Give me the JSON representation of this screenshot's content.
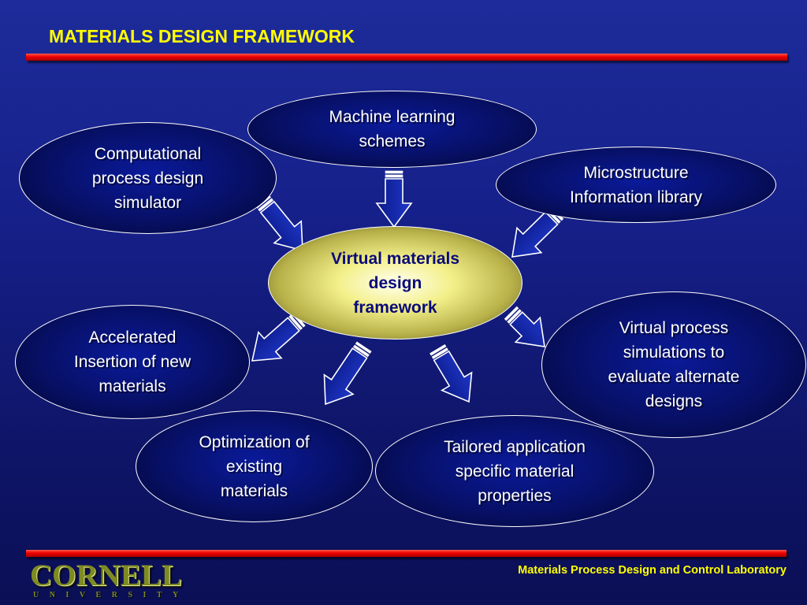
{
  "slide": {
    "title": "MATERIALS DESIGN FRAMEWORK",
    "footer_label": "Materials Process Design and Control Laboratory",
    "logo_word": "CORNELL",
    "logo_sub": "UNIVERSITY"
  },
  "diagram": {
    "center": "Virtual materials\ndesign\nframework",
    "inputs": {
      "machine_learning": "Machine learning\nschemes",
      "computational_simulator": "Computational\nprocess design\nsimulator",
      "microstructure_library": "Microstructure\nInformation library"
    },
    "outputs": {
      "accelerated_insertion": "Accelerated\nInsertion of new\nmaterials",
      "virtual_process": "Virtual process\nsimulations to\nevaluate alternate\ndesigns",
      "optimization": "Optimization of\nexisting\nmaterials",
      "tailored_properties": "Tailored application\nspecific material\nproperties"
    }
  },
  "colors": {
    "title": "#ffff00",
    "rule": "#ee0000",
    "center_fill": "#f3f08a",
    "center_text": "#0a0a7a",
    "ellipse_fill": "#071066",
    "background": "#16208a"
  }
}
